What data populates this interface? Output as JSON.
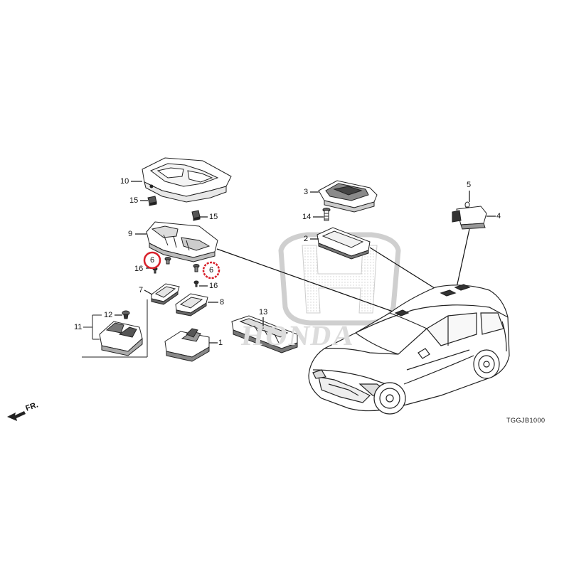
{
  "diagram": {
    "code": "TGGJB1000",
    "front_indicator": "FR.",
    "watermark": "HONDA",
    "highlight_color": "#d8202a",
    "part_callouts": [
      {
        "key": "p10",
        "text": "10"
      },
      {
        "key": "p15a",
        "text": "15"
      },
      {
        "key": "p15b",
        "text": "15"
      },
      {
        "key": "p9",
        "text": "9"
      },
      {
        "key": "p6a",
        "text": "6"
      },
      {
        "key": "p6b",
        "text": "6"
      },
      {
        "key": "p16a",
        "text": "16"
      },
      {
        "key": "p16b",
        "text": "16"
      },
      {
        "key": "p7",
        "text": "7"
      },
      {
        "key": "p8",
        "text": "8"
      },
      {
        "key": "p12",
        "text": "12"
      },
      {
        "key": "p11",
        "text": "11"
      },
      {
        "key": "p1",
        "text": "1"
      },
      {
        "key": "p13",
        "text": "13"
      },
      {
        "key": "p3",
        "text": "3"
      },
      {
        "key": "p14",
        "text": "14"
      },
      {
        "key": "p2",
        "text": "2"
      },
      {
        "key": "p5",
        "text": "5"
      },
      {
        "key": "p4",
        "text": "4"
      }
    ]
  }
}
